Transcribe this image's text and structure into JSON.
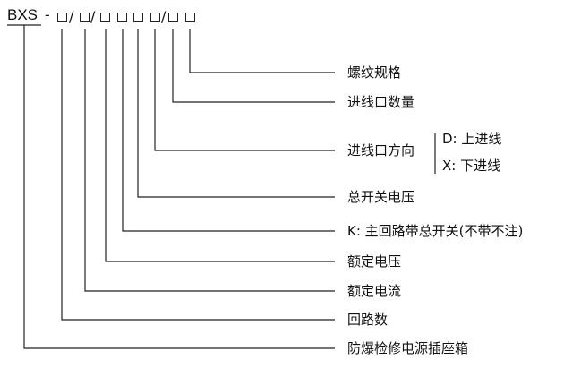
{
  "code": {
    "prefix": "BXS",
    "dash": "-",
    "slash": "/"
  },
  "labels": {
    "thread_spec": "螺纹规格",
    "inlet_count": "进线口数量",
    "inlet_direction": "进线口方向",
    "dir_d": "D: 上进线",
    "dir_x": "X: 下进线",
    "main_switch_voltage": "总开关电压",
    "main_switch_option": "K: 主回路带总开关(不带不注)",
    "rated_voltage": "额定电压",
    "rated_current": "额定电流",
    "circuit_count": "回路数",
    "product_name": "防爆检修电源插座箱"
  }
}
